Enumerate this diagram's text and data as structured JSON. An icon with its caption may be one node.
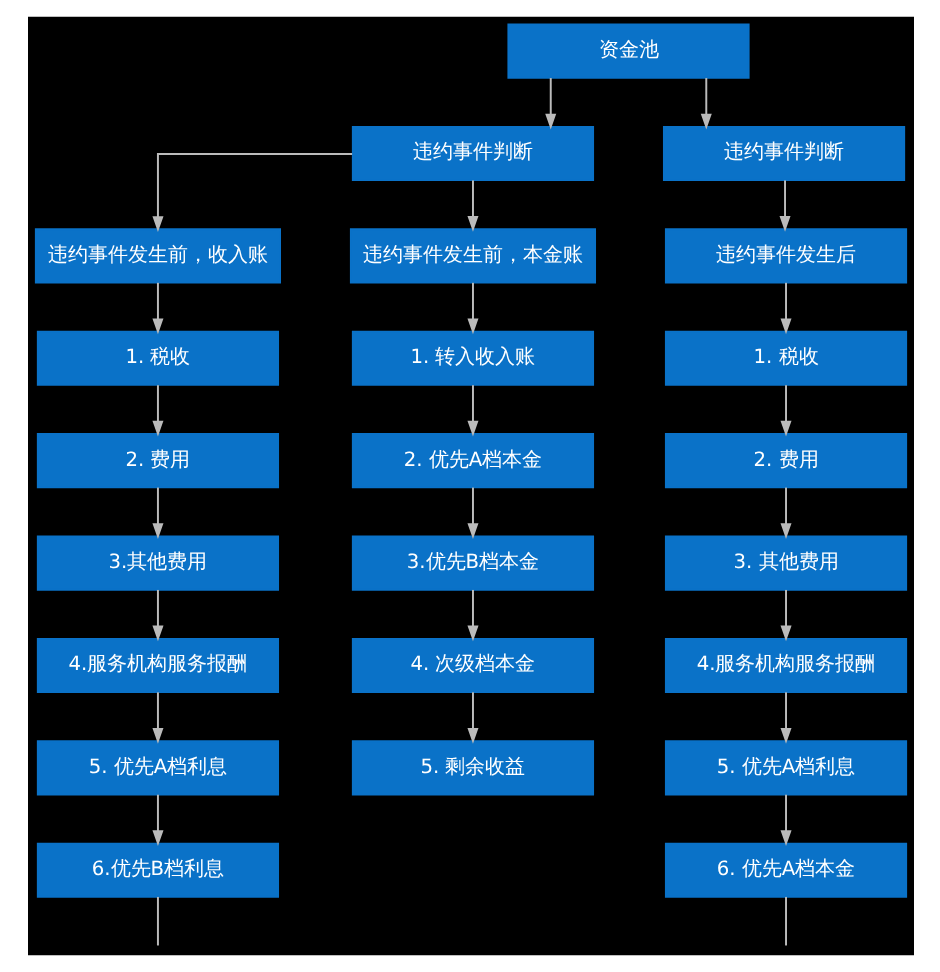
{
  "diagram": {
    "nodes": [
      {
        "text": [
          "资金池"
        ]
      },
      {
        "text": [
          "违约事件判断"
        ]
      },
      {
        "text": [
          "违约事件判断"
        ]
      },
      {
        "text": [
          "违约事件发生前，收入账"
        ]
      },
      {
        "text": [
          "违约事件发生前，本金账"
        ]
      },
      {
        "text": [
          "违约事件发生后"
        ]
      },
      {
        "text": [
          "1. 税收"
        ]
      },
      {
        "text": [
          "2. 费用"
        ]
      },
      {
        "text": [
          "3.其他费用"
        ]
      },
      {
        "text": [
          "4.服务机构服务报酬"
        ]
      },
      {
        "text": [
          "5. 优先A档利息"
        ]
      },
      {
        "text": [
          "6.优先B档利息"
        ]
      },
      {
        "text": [
          "1. 转入收入账"
        ]
      },
      {
        "text": [
          "2. 优先A档本金"
        ]
      },
      {
        "text": [
          "3.优先B档本金"
        ]
      },
      {
        "text": [
          "4. 次级档本金"
        ]
      },
      {
        "text": [
          "5. 剩余收益"
        ]
      },
      {
        "text": [
          "1. 税收"
        ]
      },
      {
        "text": [
          "2. 费用"
        ]
      },
      {
        "text": [
          "3. 其他费用"
        ]
      },
      {
        "text": [
          "4.服务机构服务报酬"
        ]
      },
      {
        "text": [
          "5. 优先A档利息"
        ]
      },
      {
        "text": [
          "6. 优先A档本金"
        ]
      }
    ],
    "edges": [
      {
        "from": 0,
        "to": 1,
        "arrow": "to"
      },
      {
        "from": 0,
        "to": 2,
        "arrow": "to"
      },
      {
        "from": 1,
        "to": 3,
        "arrow": "to"
      },
      {
        "from": 1,
        "to": 4,
        "arrow": "to"
      },
      {
        "from": 2,
        "to": 5,
        "arrow": "to"
      },
      {
        "from": 3,
        "to": 6,
        "arrow": "to"
      },
      {
        "from": 6,
        "to": 7,
        "arrow": "to"
      },
      {
        "from": 7,
        "to": 8,
        "arrow": "to"
      },
      {
        "from": 8,
        "to": 9,
        "arrow": "to"
      },
      {
        "from": 9,
        "to": 10,
        "arrow": "to"
      },
      {
        "from": 10,
        "to": 11,
        "arrow": "to"
      },
      {
        "from": 4,
        "to": 12,
        "arrow": "to"
      },
      {
        "from": 12,
        "to": 13,
        "arrow": "to"
      },
      {
        "from": 13,
        "to": 14,
        "arrow": "to"
      },
      {
        "from": 14,
        "to": 15,
        "arrow": "to"
      },
      {
        "from": 15,
        "to": 16,
        "arrow": "to"
      },
      {
        "from": 5,
        "to": 17,
        "arrow": "to"
      },
      {
        "from": 17,
        "to": 18,
        "arrow": "to"
      },
      {
        "from": 18,
        "to": 19,
        "arrow": "to"
      },
      {
        "from": 19,
        "to": 20,
        "arrow": "to"
      },
      {
        "from": 20,
        "to": 21,
        "arrow": "to"
      },
      {
        "from": 21,
        "to": 22,
        "arrow": "to"
      },
      {
        "from": 11,
        "to": null,
        "arrow": "none"
      },
      {
        "from": 22,
        "to": null,
        "arrow": "none"
      }
    ]
  }
}
